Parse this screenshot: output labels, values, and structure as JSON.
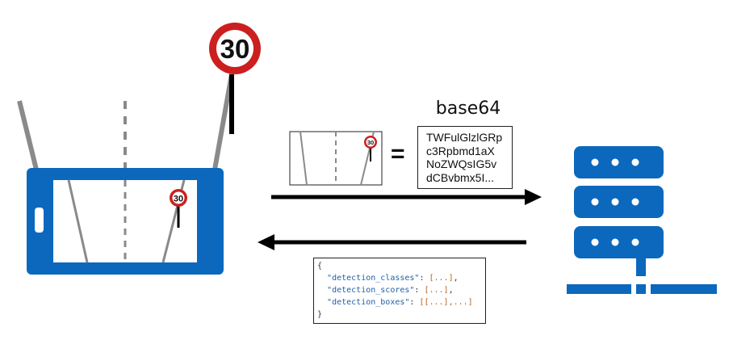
{
  "speed_sign_value": "30",
  "base64_label": "base64",
  "equals_symbol": "=",
  "base64_lines": [
    "TWFulGlzlGRp",
    "c3Rpbmd1aX",
    "NoZWQsIG5v",
    "dCBvbmx5I..."
  ],
  "json_response": {
    "open_brace": "{",
    "close_brace": "}",
    "entries": [
      {
        "key": "\"detection_classes\"",
        "value": "[...]",
        "tail": ","
      },
      {
        "key": "\"detection_scores\"",
        "value": "[...]",
        "tail": ","
      },
      {
        "key": "\"detection_boxes\"",
        "value": "[[...],...]",
        "tail": ""
      }
    ]
  },
  "colors": {
    "device_blue": "#0b68bd",
    "server_blue": "#0b68bd",
    "sign_red": "#cc1f1f",
    "road_gray": "#8a8a8a"
  }
}
